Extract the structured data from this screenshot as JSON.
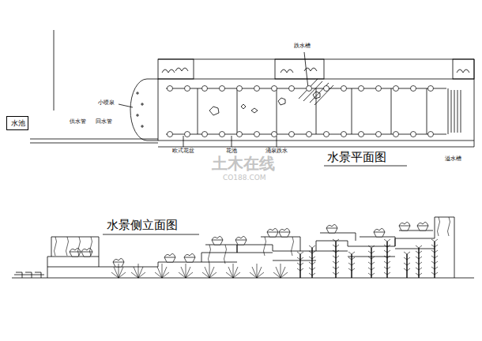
{
  "diagram": {
    "nodes": [
      {
        "text": [
          "水池"
        ]
      }
    ],
    "labels": [
      "供水管",
      "回水管",
      "小喷泉",
      "跌水槽",
      "欧式花盆",
      "花池",
      "涌泉跌水",
      "溢水槽",
      "水景平面图",
      "水景侧立面图",
      "土木在线",
      "CO188.COM"
    ]
  }
}
